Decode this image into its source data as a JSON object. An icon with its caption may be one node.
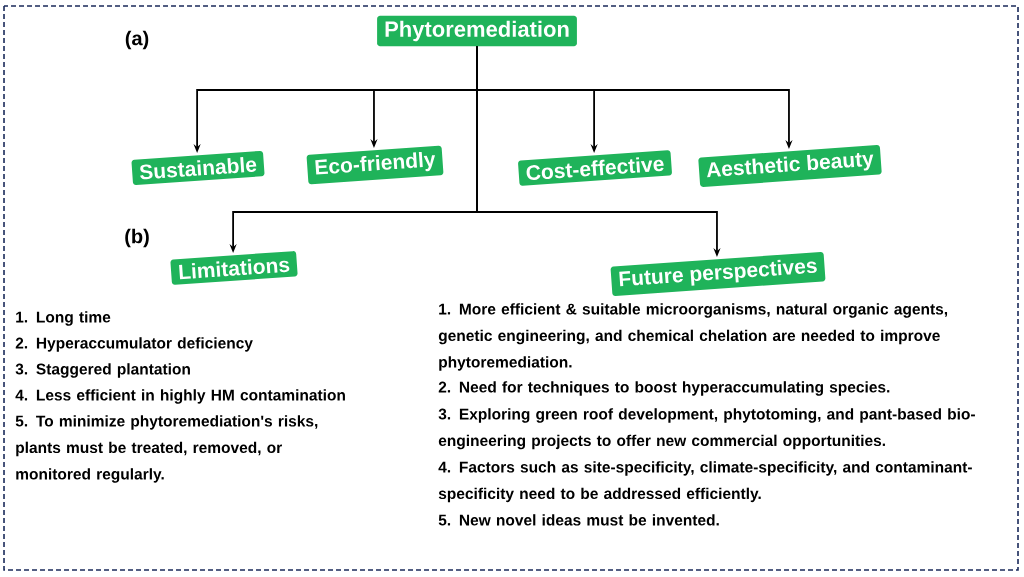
{
  "diagram": {
    "nodes": [
      {
        "text": [
          "Phytoremediation"
        ]
      },
      {
        "text": [
          "Sustainable"
        ]
      },
      {
        "text": [
          "Eco-friendly"
        ]
      },
      {
        "text": [
          "Cost-effective"
        ]
      },
      {
        "text": [
          "Aesthetic beauty"
        ]
      },
      {
        "text": [
          "Limitations"
        ]
      },
      {
        "text": [
          "Future perspectives"
        ]
      }
    ],
    "edges": [
      {
        "from": 0,
        "to": 1,
        "arrow": "to"
      },
      {
        "from": 0,
        "to": 2,
        "arrow": "to"
      },
      {
        "from": 0,
        "to": 3,
        "arrow": "to"
      },
      {
        "from": 0,
        "to": 4,
        "arrow": "to"
      },
      {
        "from": 0,
        "to": 5,
        "arrow": "to"
      },
      {
        "from": 0,
        "to": 6,
        "arrow": "to"
      }
    ],
    "labels": [
      "(a)",
      "(b)",
      "1. Long time",
      "2. Hyperaccumulator deficiency",
      "3. Staggered plantation",
      "4. Less efficient in highly HM contamination",
      "5. To minimize phytoremediation's risks, plants must be treated, removed, or monitored regularly.",
      "1. More efficient & suitable microorganisms, natural organic agents, genetic engineering, and chemical chelation are needed to improve phytoremediation.",
      "2. Need for techniques to boost hyperaccumulating species.",
      "3. Exploring green roof development, phytotoming, and pant-based bio-engineering projects to offer new commercial opportunities.",
      "4. Factors such as site-specificity, climate-specificity, and contaminant-specificity need to be addressed efficiently.",
      "5. New novel ideas must be invented."
    ]
  }
}
